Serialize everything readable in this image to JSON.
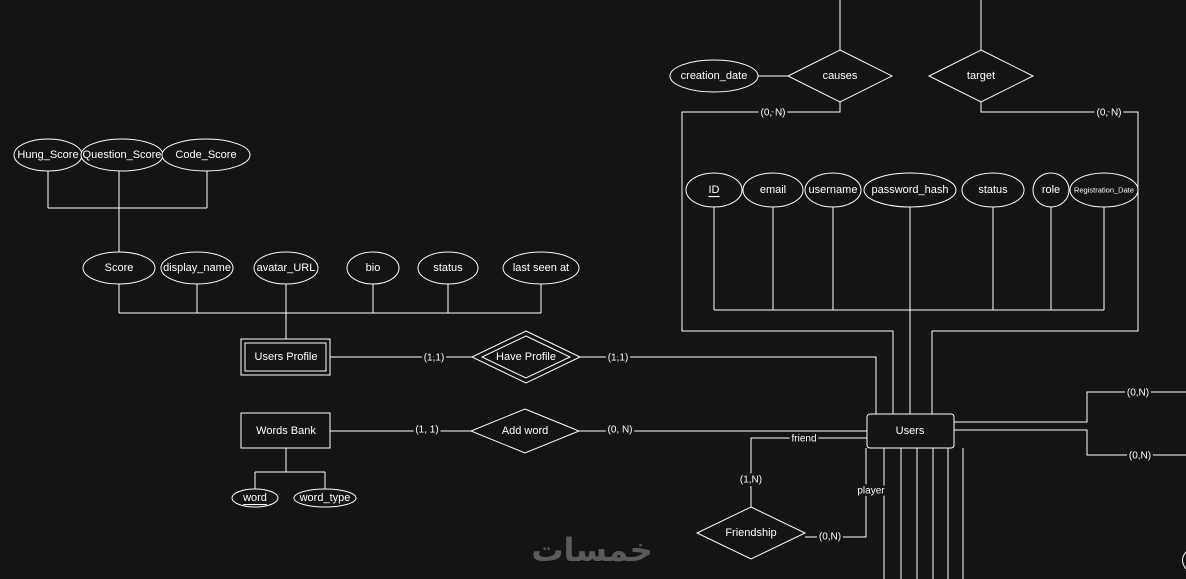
{
  "colors": {
    "background": "#141414",
    "line": "#ffffff",
    "text": "#ffffff",
    "watermark": "#5a5a5a"
  },
  "entities": {
    "users": "Users",
    "users_profile": "Users Profile",
    "words_bank": "Words Bank"
  },
  "relationships": {
    "causes": "causes",
    "target": "target",
    "have_profile": "Have Profile",
    "add_word": "Add word",
    "friendship": "Friendship"
  },
  "attributes": {
    "causes": [
      "creation_date"
    ],
    "users": [
      "ID",
      "email",
      "username",
      "password_hash",
      "status",
      "role",
      "Registration_Date"
    ],
    "users_profile": [
      "Score",
      "display_name",
      "avatar_URL",
      "bio",
      "status",
      "last seen at"
    ],
    "score": [
      "Hung_Score",
      "Question_Score",
      "Code_Score"
    ],
    "words_bank": [
      "word",
      "word_type"
    ]
  },
  "edge_labels": {
    "causes_users": "(0, N)",
    "target_users": "(0, N)",
    "users_profile_have_profile": "(1,1)",
    "have_profile_users": "(1,1)",
    "words_bank_add_word": "(1, 1)",
    "add_word_users": "(0, N)",
    "users_right_upper": "(0,N)",
    "users_right_lower": "(0,N)",
    "friendship_friend_card": "(1,N)",
    "friendship_player_card": "(0,N)",
    "friend_role": "friend",
    "player_role": "player"
  },
  "watermark": "خمسات"
}
